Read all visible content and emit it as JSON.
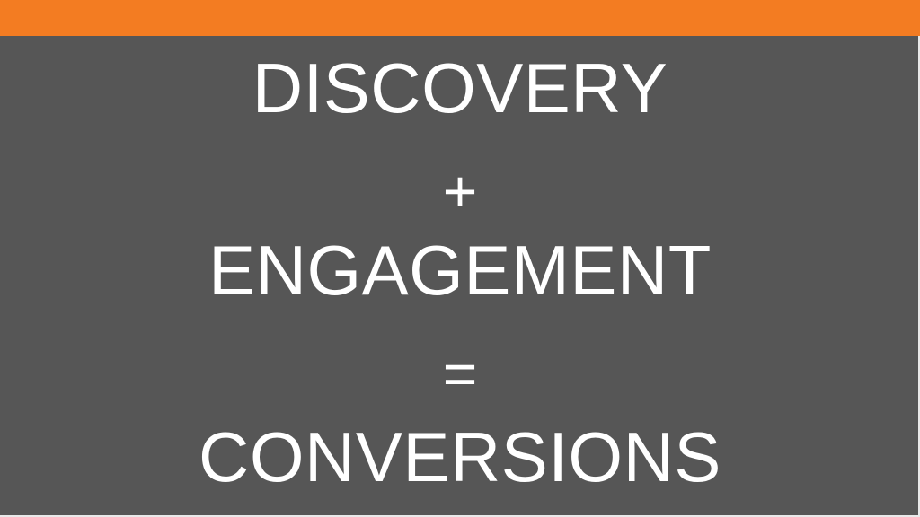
{
  "slide": {
    "lines": [
      "DISCOVERY",
      "+",
      "ENGAGEMENT",
      "=",
      "CONVERSIONS"
    ],
    "colors": {
      "background": "#565656",
      "accent_bar": "#f37c22",
      "text": "#ffffff"
    }
  }
}
